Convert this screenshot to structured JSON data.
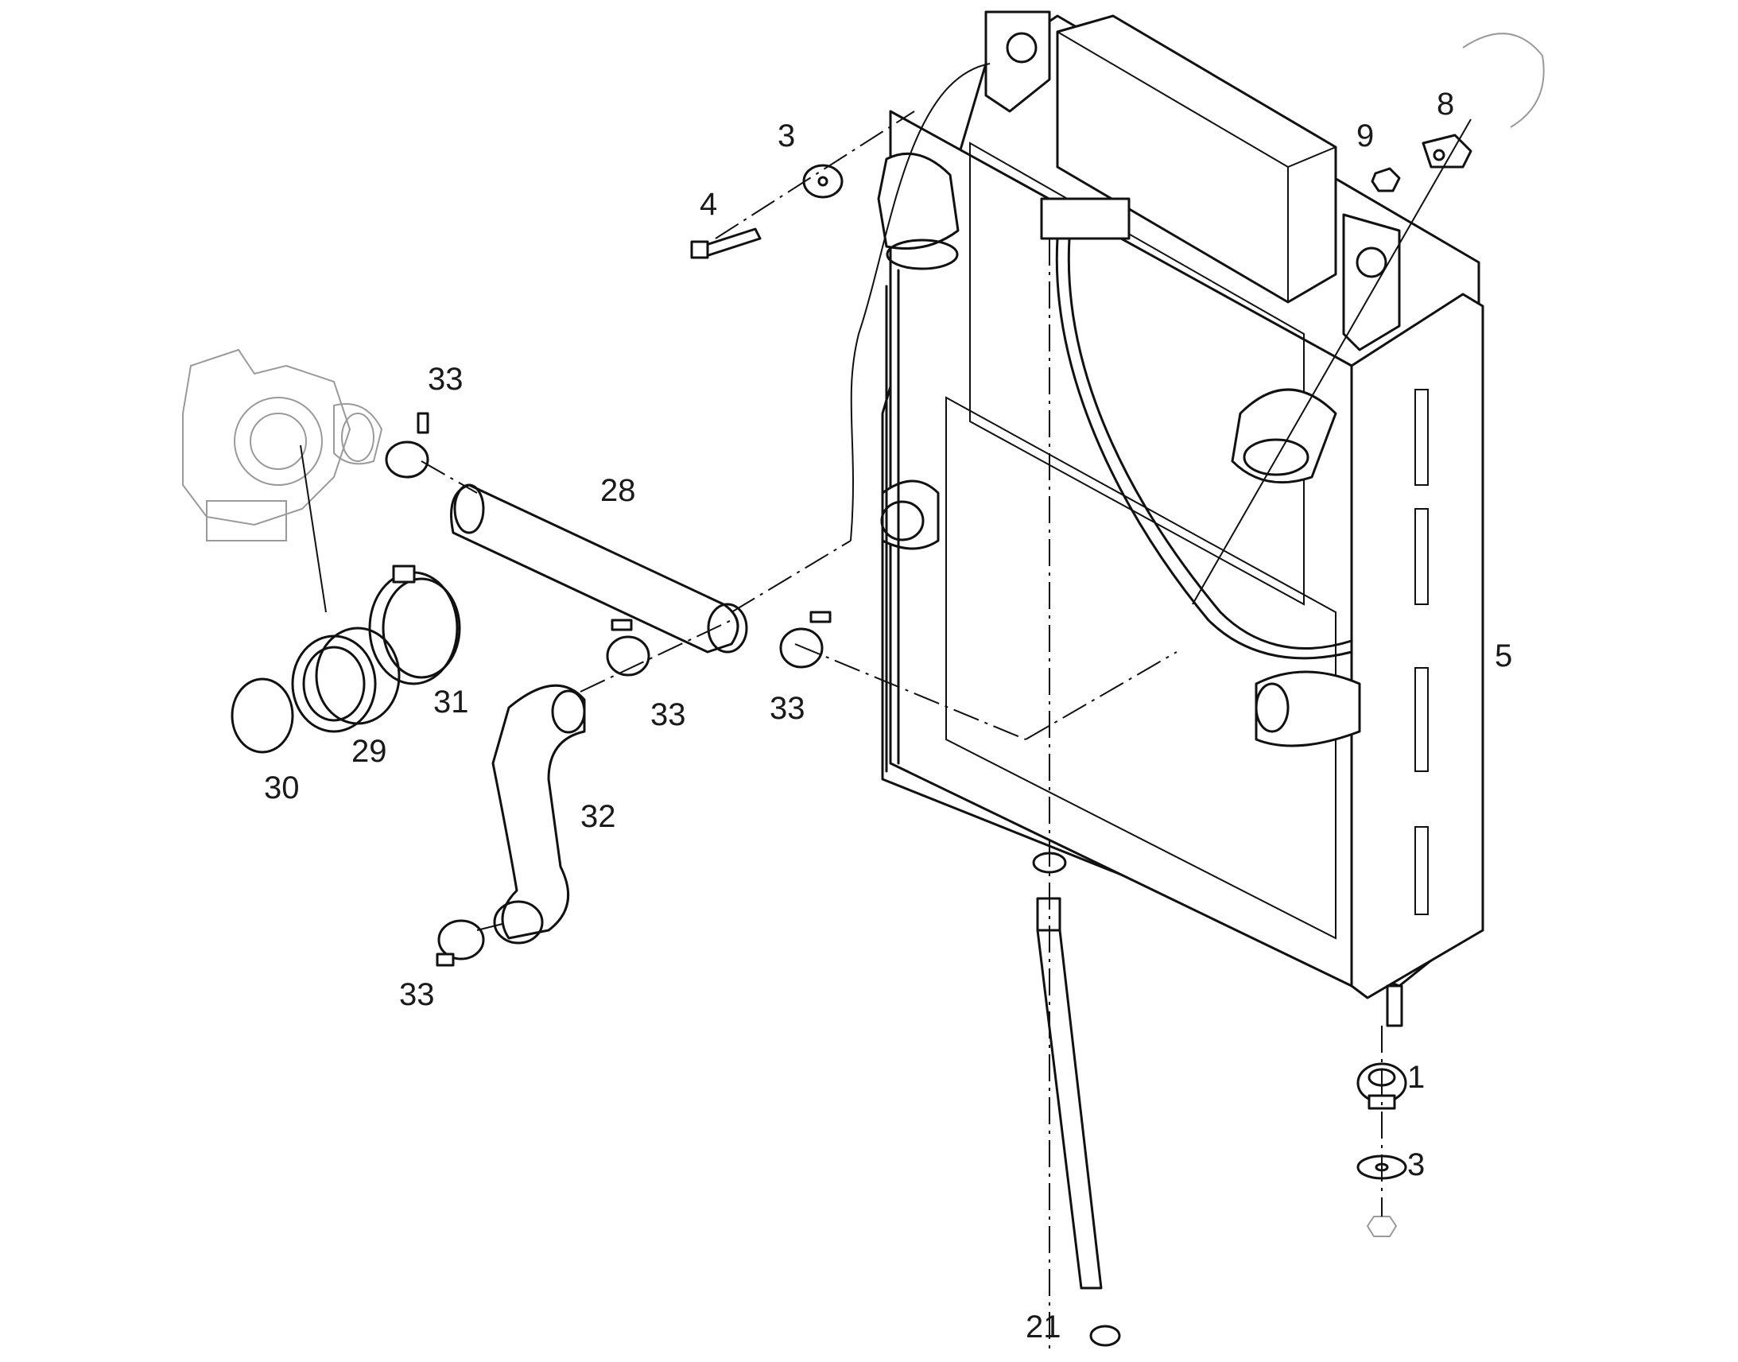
{
  "diagram": {
    "callouts": {
      "c1": "1",
      "c3_top": "3",
      "c3_bottom": "3",
      "c4": "4",
      "c5": "5",
      "c8": "8",
      "c9": "9",
      "c21": "21",
      "c28": "28",
      "c29": "29",
      "c30": "30",
      "c31": "31",
      "c32": "32",
      "c33_top": "33",
      "c33_mid_left": "33",
      "c33_mid_right": "33",
      "c33_bottom": "33"
    }
  }
}
